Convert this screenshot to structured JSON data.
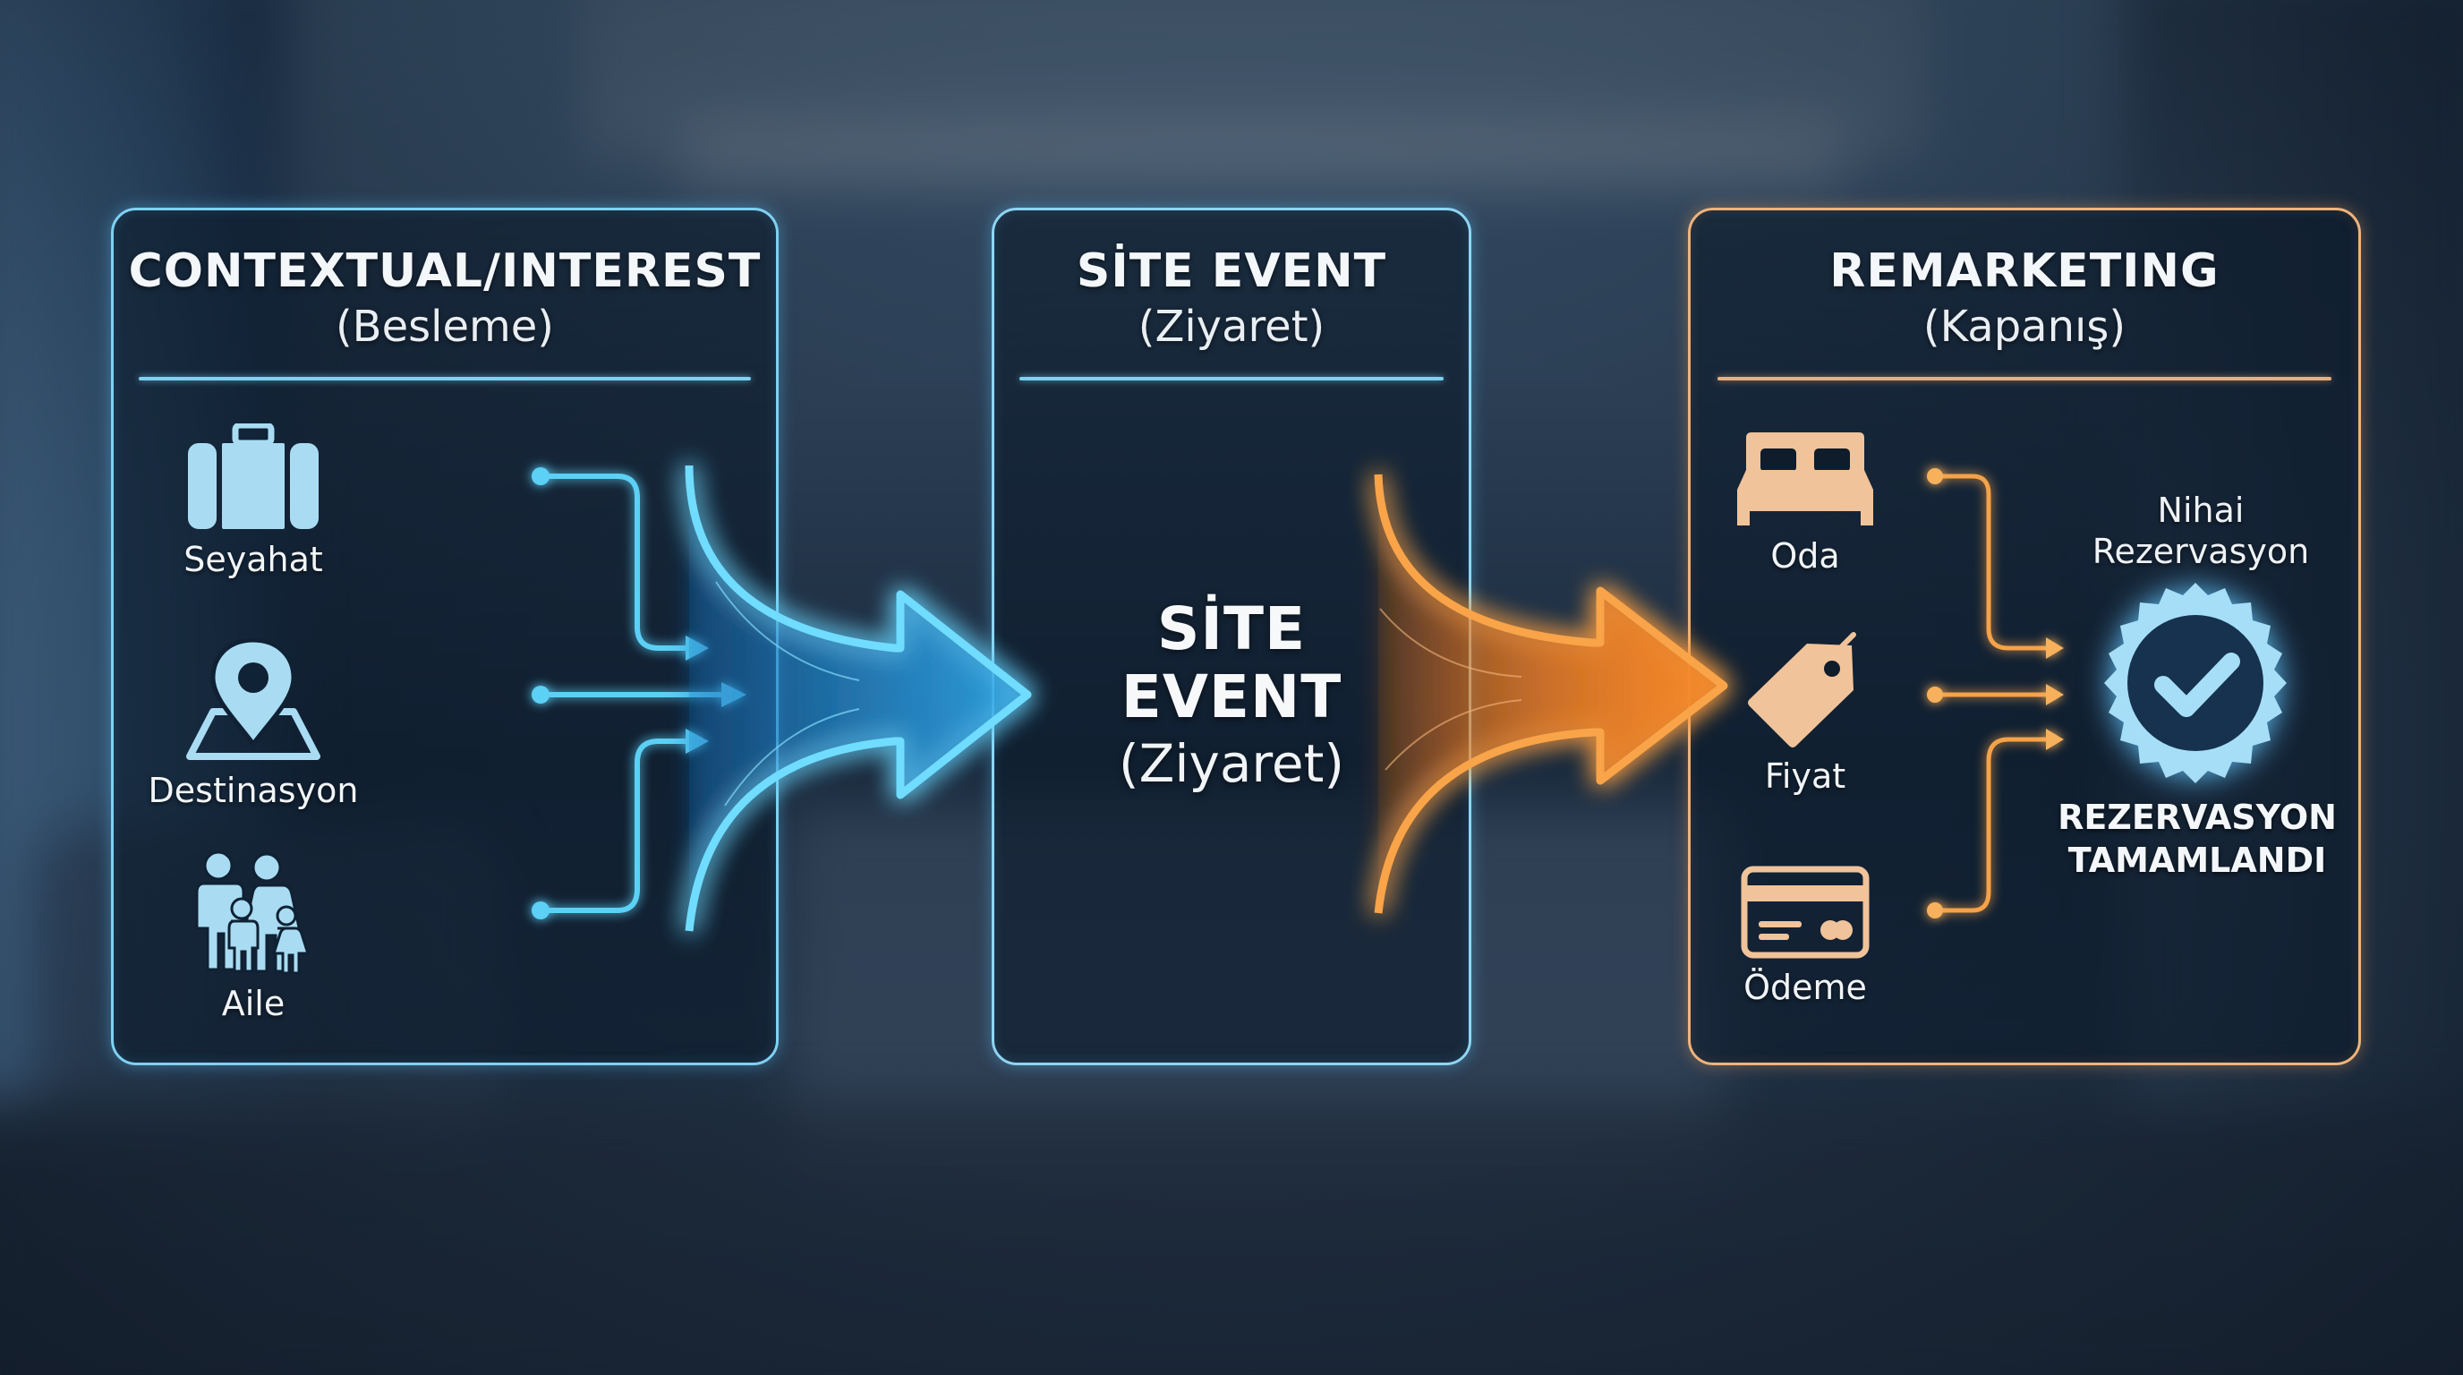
{
  "colors": {
    "blue_accent": "#5cd0f5",
    "blue_icon": "#a9dcf2",
    "orange_accent": "#f5a24a",
    "orange_icon": "#f0c39a",
    "text": "#f4f7fa"
  },
  "stages": [
    {
      "title": "CONTEXTUAL/INTEREST",
      "subtitle": "(Besleme)",
      "theme": "blue",
      "items": [
        {
          "icon": "suitcase-icon",
          "label": "Seyahat"
        },
        {
          "icon": "map-pin-icon",
          "label": "Destinasyon"
        },
        {
          "icon": "family-icon",
          "label": "Aile"
        }
      ]
    },
    {
      "title": "SİTE EVENT",
      "subtitle": "(Ziyaret)",
      "theme": "blue",
      "center_title_line1": "SİTE",
      "center_title_line2": "EVENT",
      "center_subtitle": "(Ziyaret)"
    },
    {
      "title": "REMARKETING",
      "subtitle": "(Kapanış)",
      "theme": "orange",
      "items": [
        {
          "icon": "bed-icon",
          "label": "Oda"
        },
        {
          "icon": "price-tag-icon",
          "label": "Fiyat"
        },
        {
          "icon": "credit-card-icon",
          "label": "Ödeme"
        }
      ],
      "result": {
        "label_line1": "Nihai",
        "label_line2": "Rezervasyon",
        "icon": "verified-badge-check-icon",
        "status_line1": "REZERVASYON",
        "status_line2": "TAMAMLANDI"
      }
    }
  ],
  "connectors": [
    {
      "from": "stage-1",
      "to": "stage-2",
      "color": "blue",
      "icon": "merge-arrow-icon"
    },
    {
      "from": "stage-2",
      "to": "stage-3",
      "color": "orange",
      "icon": "merge-arrow-icon"
    }
  ]
}
